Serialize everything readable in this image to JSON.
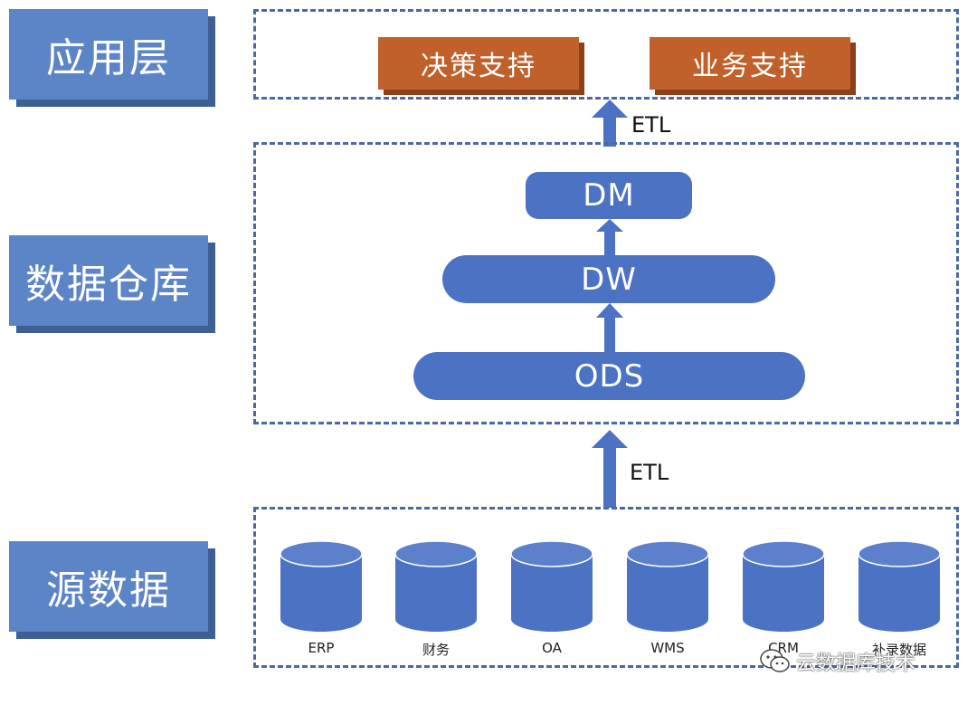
{
  "layers": {
    "app": "应用层",
    "warehouse": "数据仓库",
    "source": "源数据"
  },
  "app_layer": {
    "items": [
      "决策支持",
      "业务支持"
    ]
  },
  "warehouse_layer": {
    "dm": "DM",
    "dw": "DW",
    "ods": "ODS"
  },
  "etl": {
    "upper": "ETL",
    "lower": "ETL"
  },
  "sources": [
    "ERP",
    "财务",
    "OA",
    "WMS",
    "CRM",
    "补录数据"
  ],
  "watermark": {
    "text": "云数据库技术",
    "icon": "wechat-icon"
  },
  "colors": {
    "layer_blue": "#5b85c7",
    "node_blue": "#4c72c4",
    "app_orange": "#c0612b",
    "border": "#4a68a8"
  }
}
